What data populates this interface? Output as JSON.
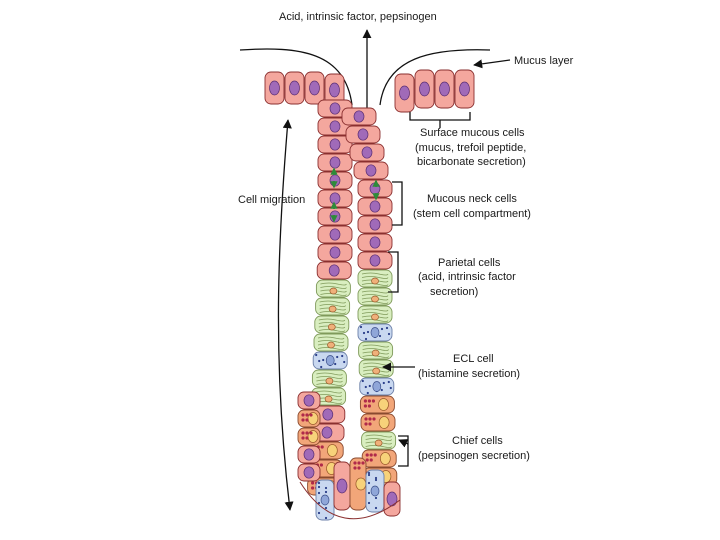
{
  "labels": {
    "top": "Acid, intrinsic factor, pepsinogen",
    "mucus_layer": "Mucus layer",
    "surface_mucous": [
      "Surface mucous cells",
      "(mucus, trefoil peptide,",
      "bicarbonate secretion)"
    ],
    "mucous_neck": [
      "Mucous neck cells",
      "(stem cell compartment)"
    ],
    "cell_migration": "Cell migration",
    "parietal": [
      "Parietal cells",
      "(acid, intrinsic factor",
      "secretion)"
    ],
    "ecl": [
      "ECL cell",
      "(histamine secretion)"
    ],
    "chief": [
      "Chief cells",
      "(pepsinogen secretion)"
    ]
  },
  "colors": {
    "mucous_cell": "#f4a79e",
    "parietal_cell": "#d9eec0",
    "chief_cell": "#f2a679",
    "ecl_cell": "#c9d8f0",
    "nucleus": "#a06ab8",
    "stem_arrows": "#2e8b3a"
  }
}
